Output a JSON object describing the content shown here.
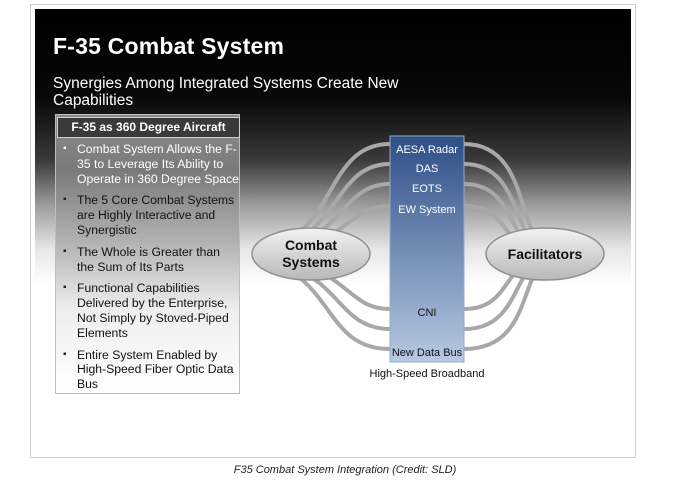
{
  "title": "F-35 Combat System",
  "subtitle": "Synergies Among Integrated Systems Create New Capabilities",
  "panel": {
    "header": "F-35 as 360 Degree Aircraft",
    "bullets": [
      "Combat System Allows the F-35 to Leverage Its Ability to Operate in 360 Degree Space",
      "The 5 Core Combat Systems are Highly Interactive and Synergistic",
      "The Whole is Greater than the Sum of Its Parts",
      "Functional Capabilities Delivered by the Enterprise, Not Simply by Stoved-Piped Elements",
      "Entire System Enabled by High-Speed Fiber Optic Data Bus"
    ]
  },
  "diagram": {
    "left_node": [
      "Combat",
      "Systems"
    ],
    "right_node": "Facilitators",
    "bus_items": [
      "AESA Radar",
      "DAS",
      "EOTS",
      "EW System",
      "CNI",
      "New Data Bus"
    ],
    "bus_label": "High-Speed Broadband",
    "colors": {
      "bus_top": "#2d4e86",
      "bus_bottom": "#b7c9e3",
      "node_fill": "#d9d9d9"
    }
  },
  "caption": "F35 Combat System Integration (Credit: SLD)"
}
